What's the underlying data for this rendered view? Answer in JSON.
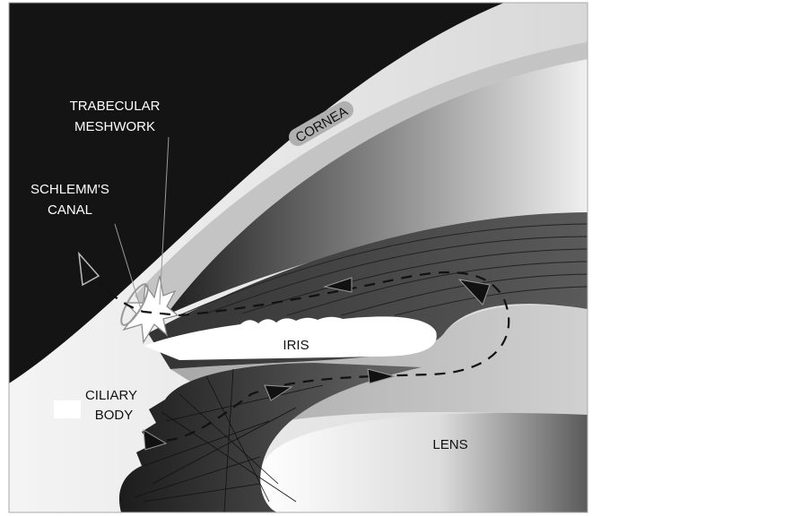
{
  "diagram": {
    "title": "Aqueous humor outflow in the anterior eye",
    "labels": {
      "trabecular_1": "TRABECULAR",
      "trabecular_2": "MESHWORK",
      "schlemm_1": "SCHLEMM'S",
      "schlemm_2": "CANAL",
      "cornea": "CORNEA",
      "iris": "IRIS",
      "ciliary_1": "CILIARY",
      "ciliary_2": "BODY",
      "lens": "LENS"
    },
    "colors": {
      "background_dark": "#141414",
      "sclera": "#f2f2f2",
      "cornea": "#c4c4c4",
      "iris": "#4a4a4a",
      "posterior_chamber": "#bdbdbd"
    }
  }
}
